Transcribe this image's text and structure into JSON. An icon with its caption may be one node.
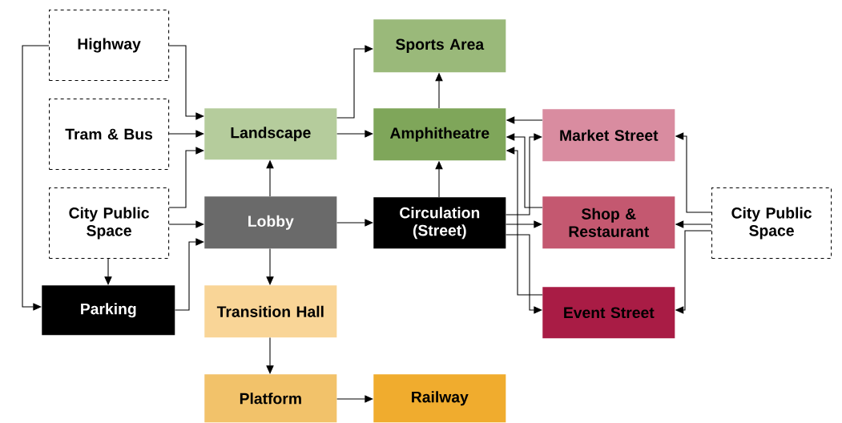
{
  "diagram": {
    "nodes": [
      {
        "text": [
          "Highway"
        ]
      },
      {
        "text": [
          "Tram & Bus"
        ]
      },
      {
        "text": [
          "City Public Space"
        ]
      },
      {
        "text": [
          "Parking"
        ]
      },
      {
        "text": [
          "Sports Area"
        ]
      },
      {
        "text": [
          "Landscape"
        ]
      },
      {
        "text": [
          "Amphitheatre"
        ]
      },
      {
        "text": [
          "Market Street"
        ]
      },
      {
        "text": [
          "Lobby"
        ]
      },
      {
        "text": [
          "Circulation (Street)"
        ]
      },
      {
        "text": [
          "Shop & Restaurant"
        ]
      },
      {
        "text": [
          "City Public Space"
        ]
      },
      {
        "text": [
          "Transition Hall"
        ]
      },
      {
        "text": [
          "Event Street"
        ]
      },
      {
        "text": [
          "Platform"
        ]
      },
      {
        "text": [
          "Railway"
        ]
      }
    ],
    "edges": [
      {
        "from": 0,
        "to": 5,
        "arrow": "to"
      },
      {
        "from": 0,
        "to": 3,
        "arrow": "to"
      },
      {
        "from": 1,
        "to": 5,
        "arrow": "to"
      },
      {
        "from": 2,
        "to": 5,
        "arrow": "to"
      },
      {
        "from": 2,
        "to": 8,
        "arrow": "to"
      },
      {
        "from": 2,
        "to": 3,
        "arrow": "to"
      },
      {
        "from": 3,
        "to": 8,
        "arrow": "to"
      },
      {
        "from": 5,
        "to": 4,
        "arrow": "to"
      },
      {
        "from": 5,
        "to": 6,
        "arrow": "to"
      },
      {
        "from": 8,
        "to": 5,
        "arrow": "to"
      },
      {
        "from": 8,
        "to": 9,
        "arrow": "to"
      },
      {
        "from": 8,
        "to": 12,
        "arrow": "to"
      },
      {
        "from": 12,
        "to": 14,
        "arrow": "to"
      },
      {
        "from": 14,
        "to": 15,
        "arrow": "to"
      },
      {
        "from": 6,
        "to": 4,
        "arrow": "to"
      },
      {
        "from": 9,
        "to": 6,
        "arrow": "to"
      },
      {
        "from": 7,
        "to": 6,
        "arrow": "to"
      },
      {
        "from": 10,
        "to": 6,
        "arrow": "to"
      },
      {
        "from": 9,
        "to": 7,
        "arrow": "to"
      },
      {
        "from": 9,
        "to": 10,
        "arrow": "to"
      },
      {
        "from": 9,
        "to": 13,
        "arrow": "to"
      },
      {
        "from": 13,
        "to": 6,
        "arrow": "to"
      },
      {
        "from": 11,
        "to": 7,
        "arrow": "to"
      },
      {
        "from": 11,
        "to": 10,
        "arrow": "to"
      },
      {
        "from": 11,
        "to": 13,
        "arrow": "to"
      }
    ]
  }
}
